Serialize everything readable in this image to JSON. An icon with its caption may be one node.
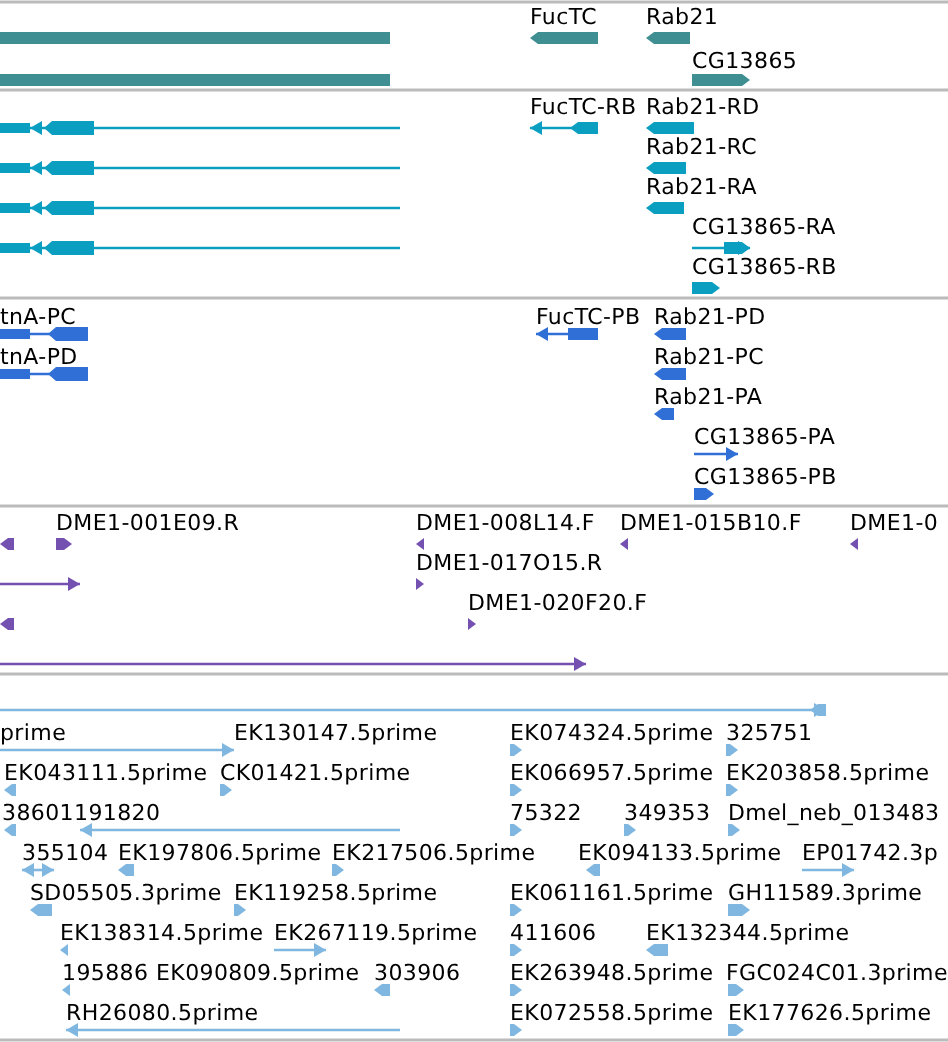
{
  "diagram": {
    "labels": [
      "FucTC",
      "Rab21",
      "CG13865",
      "FucTC-RB",
      "Rab21-RD",
      "Rab21-RC",
      "Rab21-RA",
      "CG13865-RA",
      "CG13865-RB",
      "tnA-PC",
      "FucTC-PB",
      "Rab21-PD",
      "tnA-PD",
      "Rab21-PC",
      "Rab21-PA",
      "CG13865-PA",
      "CG13865-PB",
      "DME1-001E09.R",
      "DME1-008L14.F",
      "DME1-015B10.F",
      "DME1-0",
      "DME1-017O15.R",
      "DME1-020F20.F",
      "prime",
      "EK130147.5prime",
      "EK074324.5prime",
      "325751",
      "EK043111.5prime",
      "CK01421.5prime",
      "EK066957.5prime",
      "EK203858.5prime",
      "38601191820",
      "75322",
      "349353",
      "Dmel_neb_013483",
      "355104",
      "EK197806.5prime",
      "EK217506.5prime",
      "EK094133.5prime",
      "EP01742.3p",
      "SD05505.3prime",
      "EK119258.5prime",
      "EK061161.5prime",
      "GH11589.3prime",
      "EK138314.5prime",
      "EK267119.5prime",
      "411606",
      "EK132344.5prime",
      "195886",
      "EK090809.5prime",
      "303906",
      "EK263948.5prime",
      "FGC024C01.3prime",
      "RH26080.5prime",
      "EK072558.5prime",
      "EK177626.5prime"
    ]
  }
}
